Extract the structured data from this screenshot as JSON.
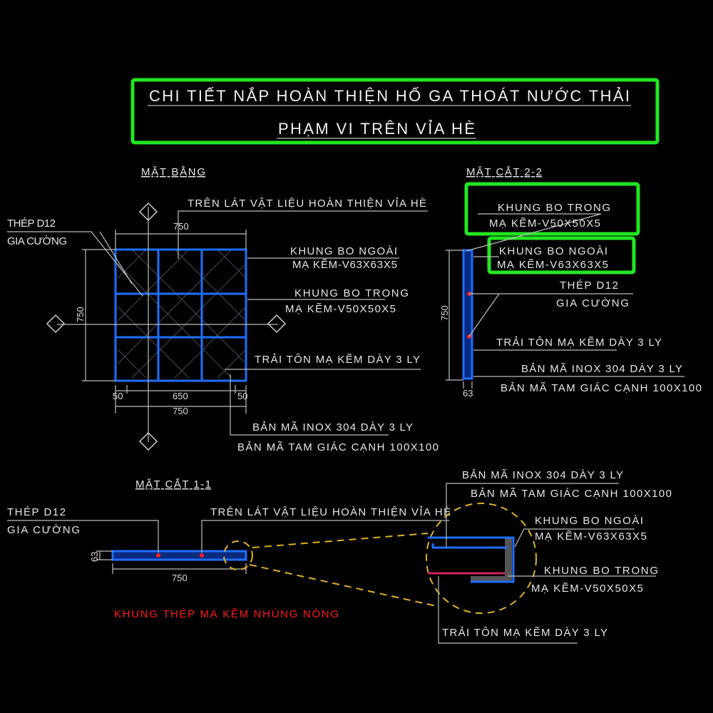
{
  "title": {
    "line1": "CHI TIẾT NẮP HOÀN THIỆN HỐ GA THOÁT NƯỚC THẢI",
    "line2": "PHẠM VI TRÊN VỈA HÈ"
  },
  "plan": {
    "heading": "MẶT BẰNG",
    "surface": "TRÊN LÁT VẬT LIỆU HOÀN THIỆN VỈA HÈ",
    "rebar1": "THÉP D12",
    "rebar2": "GIA CƯỜNG",
    "outer1": "KHUNG BO NGOÀI",
    "outer2": "MẠ KẼM-V63X63X5",
    "inner1": "KHUNG BO TRONG",
    "inner2": "MẠ KẼM-V50X50X5",
    "sheet": "TRẢI TÔN MẠ KẼM DÀY 3 LY",
    "plate1": "BẢN MÃ INOX 304 DÀY 3 LY",
    "plate2": "BẢN MÃ TAM GIÁC CẠNH 100X100",
    "dim_top": "750",
    "dim_left": "750",
    "dim_50a": "50",
    "dim_650": "650",
    "dim_50b": "50",
    "dim_bottom": "750"
  },
  "section22": {
    "heading": "MẶT CẮT 2-2",
    "inner1": "KHUNG BO TRONG",
    "inner2": "MẠ KẼM-V50X50X5",
    "outer1": "KHUNG BO NGOÀI",
    "outer2": "MẠ KẼM-V63X63X5",
    "rebar1": "THÉP D12",
    "rebar2": "GIA CƯỜNG",
    "sheet": "TRẢI TÔN MẠ KẼM DÀY 3 LY",
    "plate1": "BẢN MÃ INOX 304 DÀY 3 LY",
    "plate2": "BẢN MÃ TAM GIÁC CẠNH 100X100",
    "dim_height": "750",
    "dim_width": "63"
  },
  "section11": {
    "heading": "MẶT CẮT 1-1",
    "rebar1": "THÉP D12",
    "rebar2": "GIA CƯỜNG",
    "surface": "TRÊN LÁT VẬT LIỆU HOÀN THIỆN VỈA HÈ",
    "dim_height": "63",
    "dim_width": "750",
    "note": "KHUNG  THÉP MẠ KẼM NHÚNG NÓNG"
  },
  "detail": {
    "plate1": "BẢN MÃ INOX 304 DÀY 3 LY",
    "plate2": "BẢN MÃ TAM GIÁC CẠNH 100X100",
    "outer1": "KHUNG BO NGOÀI",
    "outer2": "MẠ KẼM-V63X63X5",
    "inner1": "KHUNG BO TRONG",
    "inner2": "MẠ KẼM-V50X50X5",
    "sheet": "TRẢI TÔN MẠ KẼM DÀY 3 LY"
  },
  "colors": {
    "background": "#000000",
    "frame": "#1e6fff",
    "highlight": "#22e622",
    "note": "#ff1a1a",
    "callout": "#e0b020"
  }
}
